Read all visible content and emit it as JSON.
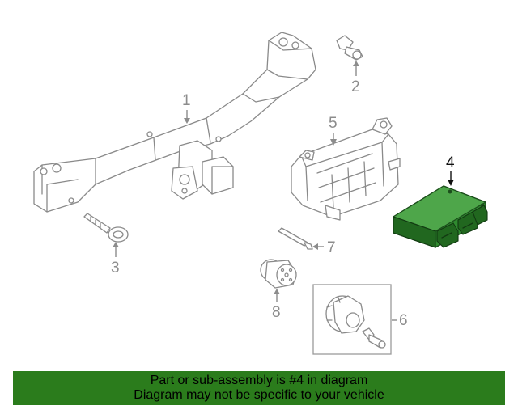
{
  "diagram": {
    "callouts": [
      {
        "id": "1",
        "label": "1"
      },
      {
        "id": "2",
        "label": "2"
      },
      {
        "id": "3",
        "label": "3"
      },
      {
        "id": "4",
        "label": "4",
        "highlighted": true
      },
      {
        "id": "5",
        "label": "5"
      },
      {
        "id": "6",
        "label": "6"
      },
      {
        "id": "7",
        "label": "7"
      },
      {
        "id": "8",
        "label": "8"
      }
    ],
    "highlight_color": "#2f8a2f",
    "line_color": "#8a8a8a"
  },
  "banner": {
    "line1": "Part or sub-assembly is #4 in diagram",
    "line2": "Diagram may not be specific to your vehicle",
    "background": "#2b7c1c"
  }
}
